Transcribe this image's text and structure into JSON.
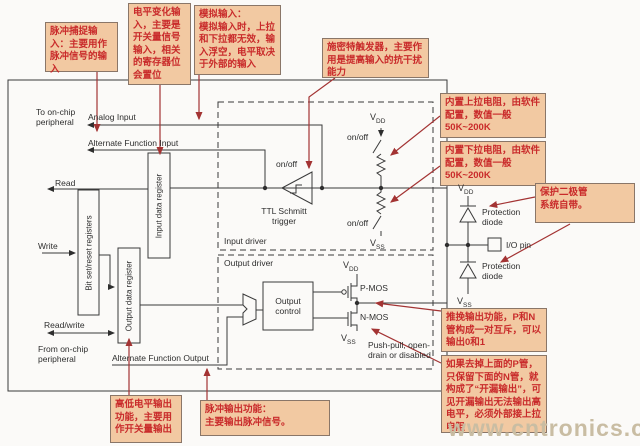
{
  "annotations": {
    "pulse_capture": "脉冲捕捉输入：主要用作脉冲信号的输入",
    "level_change": "电平变化输入，主要是开关量信号输入，相关的寄存器位会置位",
    "analog_input": "模拟输入：\n模拟输入时，上拉和下拉都无效，输入浮空，电平取决于外部的输入",
    "schmitt": "施密特触发器，主要作用是提高输入的抗干扰能力",
    "pullup": "内置上拉电阻，由软件配置，数值一般\n50K~200K",
    "pulldown": "内置下拉电阻，由软件配置，数值一般\n50K~200K",
    "protection": "保护二极管\n系统自带。",
    "pushpull": "推挽输出功能，P和N管构成一对互斥，可以输出0和1",
    "opendrain": "如果去掉上面的P管，只保留下面的N管，就构成了“开漏输出”，可见开漏输出无法输出高电平，必须外部接上拉电阻",
    "level_output": "高低电平输出功能，主要用作开关量输出",
    "pulse_output": "脉冲输出功能：\n主要输出脉冲信号。"
  },
  "diagram": {
    "to_onchip": "To on-chip peripheral",
    "analog_input": "Analog Input",
    "af_input": "Alternate Function Input",
    "read": "Read",
    "write": "Write",
    "readwrite": "Read/write",
    "from_onchip": "From on-chip peripheral",
    "af_output": "Alternate Function Output",
    "bit_register": "Bit set/reset registers",
    "input_register": "Input data register",
    "output_register": "Output data register",
    "onoff": "on/off",
    "ttl": "TTL Schmitt trigger",
    "input_driver": "Input driver",
    "output_driver": "Output driver",
    "output_control": "Output control",
    "pmos": "P-MOS",
    "nmos": "N-MOS",
    "v": "V",
    "dd": "DD",
    "ss": "SS",
    "pushpull_mode": "Push-pull, open-drain or disabled",
    "protection_diode": "Protection diode",
    "io_pin": "I/O pin"
  },
  "watermark": "www.cntronics.com",
  "colors": {
    "annotation_bg": "#f2c9a2",
    "annotation_text": "#c92b2b",
    "annotation_arrow": "#a33333",
    "diagram_line": "#3a3a3a",
    "watermark": "#c9bda3"
  }
}
